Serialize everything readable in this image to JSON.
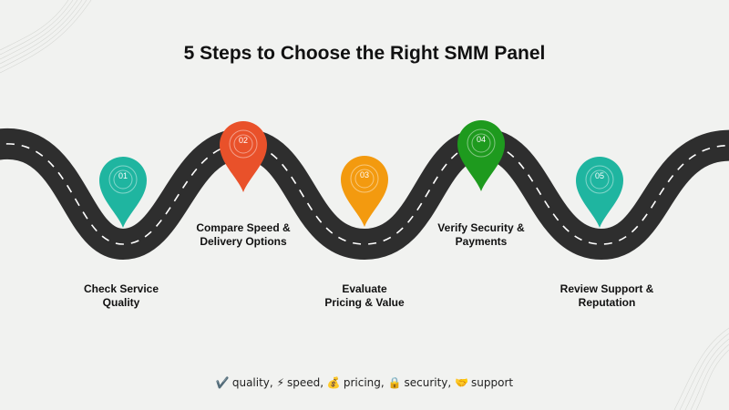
{
  "title": "5 Steps to Choose the Right SMM Panel",
  "steps": [
    {
      "number": "01",
      "label_line1": "Check Service",
      "label_line2": "Quality",
      "color": "#1fb5a0"
    },
    {
      "number": "02",
      "label_line1": "Compare Speed &",
      "label_line2": "Delivery Options",
      "color": "#e9512a"
    },
    {
      "number": "03",
      "label_line1": "Evaluate",
      "label_line2": "Pricing & Value",
      "color": "#f39a0f"
    },
    {
      "number": "04",
      "label_line1": "Verify Security &",
      "label_line2": "Payments",
      "color": "#1e9a1e"
    },
    {
      "number": "05",
      "label_line1": "Review Support &",
      "label_line2": "Reputation",
      "color": "#1fb5a0"
    }
  ],
  "legend": [
    {
      "icon": "✔️",
      "icon_name": "check-mark-icon",
      "text": "quality,"
    },
    {
      "icon": "⚡",
      "icon_name": "lightning-icon",
      "text": "speed,"
    },
    {
      "icon": "💰",
      "icon_name": "money-bag-icon",
      "text": "pricing,"
    },
    {
      "icon": "🔒",
      "icon_name": "lock-icon",
      "text": "security,"
    },
    {
      "icon": "🤝",
      "icon_name": "handshake-icon",
      "text": "support"
    }
  ],
  "colors": {
    "road": "#2e2e2e",
    "lane": "#ffffff",
    "background": "#f1f2f0"
  }
}
